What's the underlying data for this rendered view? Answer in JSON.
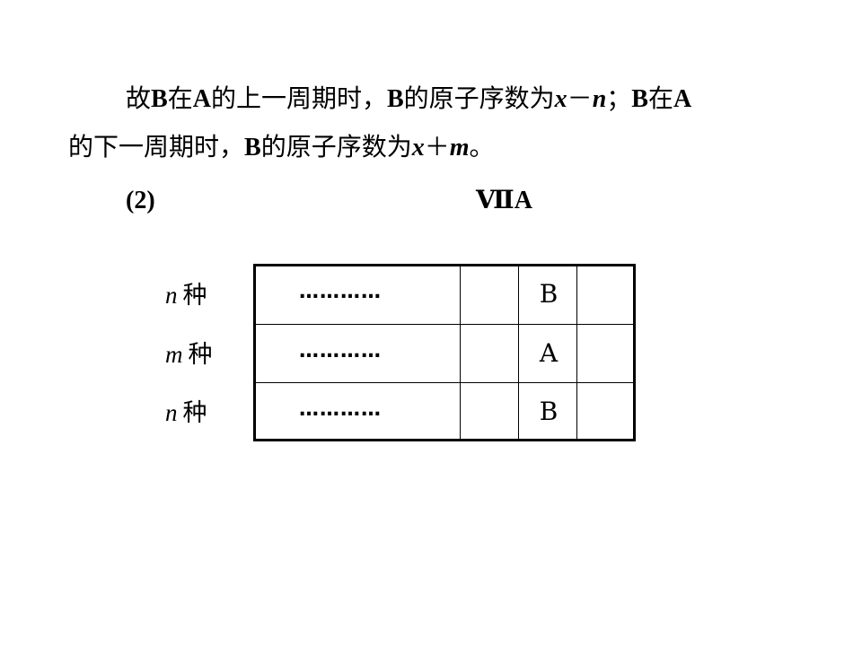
{
  "paragraph": {
    "line1": {
      "t1": "故",
      "t2": "B",
      "t3": "在",
      "t4": "A",
      "t5": "的上一周期时，",
      "t6": "B",
      "t7": "的原子序数为",
      "t8": "x",
      "t9": "－",
      "t10": "n",
      "t11": "；",
      "t12": "B",
      "t13": "在",
      "t14": "A"
    },
    "line2": {
      "t1": "的下一周期时，",
      "t2": "B",
      "t3": "的原子序数为",
      "t4": "x",
      "t5": "＋",
      "t6": "m",
      "t7": "。"
    }
  },
  "part_label": "(2)",
  "group_label": "ⅦA",
  "table": {
    "rows": [
      {
        "count_var": "n",
        "count_unit": "种",
        "dots": "…………",
        "element": "B"
      },
      {
        "count_var": "m",
        "count_unit": "种",
        "dots": "…………",
        "element": "A"
      },
      {
        "count_var": "n",
        "count_unit": "种",
        "dots": "…………",
        "element": "B"
      }
    ]
  }
}
